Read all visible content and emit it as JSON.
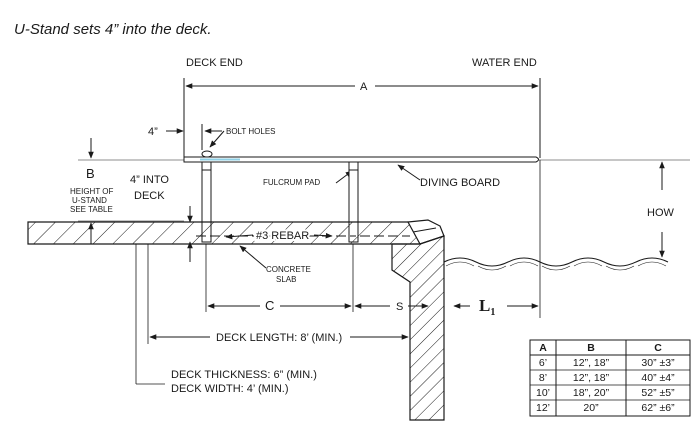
{
  "title": "U-Stand sets 4” into the deck.",
  "labels": {
    "deck_end": "DECK END",
    "water_end": "WATER END",
    "dim_a": "A",
    "four_inch": "4”",
    "bolt_holes": "BOLT HOLES",
    "b_letter": "B",
    "b_line1": "HEIGHT OF",
    "b_line2": "U-STAND",
    "b_line3": "SEE TABLE",
    "into_deck_1": "4” INTO",
    "into_deck_2": "DECK",
    "fulcrum_pad": "FULCRUM PAD",
    "diving_board": "DIVING BOARD",
    "how": "HOW",
    "rebar": "#3 REBAR",
    "concrete_1": "CONCRETE",
    "concrete_2": "SLAB",
    "dim_c": "C",
    "dim_s": "S",
    "dim_l": "L",
    "dim_l_sub": "1",
    "deck_length": "DECK LENGTH: 8’ (MIN.)",
    "deck_thickness": "DECK THICKNESS: 6” (MIN.)",
    "deck_width": "DECK WIDTH: 4’ (MIN.)"
  },
  "table": {
    "headers": [
      "A",
      "B",
      "C"
    ],
    "rows": [
      [
        "6’",
        "12”, 18”",
        "30” ±3”"
      ],
      [
        "8’",
        "12”, 18”",
        "40” ±4”"
      ],
      [
        "10’",
        "18”, 20”",
        "52” ±5”"
      ],
      [
        "12’",
        "20”",
        "62” ±6”"
      ]
    ]
  }
}
